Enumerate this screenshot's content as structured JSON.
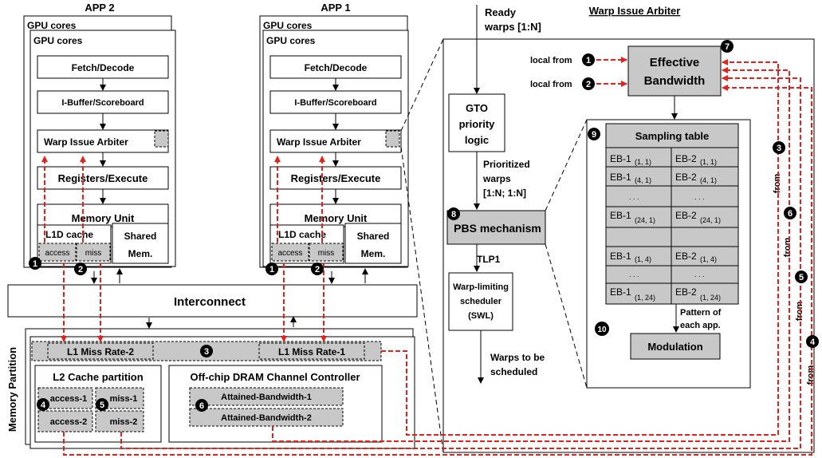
{
  "app2": {
    "title": "APP 2",
    "gpu_cores_back": "GPU cores",
    "gpu_cores": "GPU cores",
    "fetch_decode": "Fetch/Decode",
    "ibuffer": "I-Buffer/Scoreboard",
    "warp_issue": "Warp Issue Arbiter",
    "registers": "Registers/Execute",
    "memory_unit": "Memory Unit",
    "l1d": "L1D cache",
    "access": "access",
    "miss": "miss",
    "shared": "Shared",
    "mem": "Mem."
  },
  "app1": {
    "title": "APP 1",
    "gpu_cores_back": "GPU cores",
    "gpu_cores": "GPU cores",
    "fetch_decode": "Fetch/Decode",
    "ibuffer": "I-Buffer/Scoreboard",
    "warp_issue": "Warp Issue Arbiter",
    "registers": "Registers/Execute",
    "memory_unit": "Memory Unit",
    "l1d": "L1D cache",
    "access": "access",
    "miss": "miss",
    "shared": "Shared",
    "mem": "Mem."
  },
  "interconnect": "Interconnect",
  "memory_partition": {
    "label": "Memory Partition",
    "l1_miss_rate_2": "L1 Miss Rate-2",
    "l1_miss_rate_1": "L1 Miss Rate-1",
    "l2_title": "L2 Cache partition",
    "access_1": "access-1",
    "access_2": "access-2",
    "miss_1": "miss-1",
    "miss_2": "miss-2",
    "dram_title": "Off-chip DRAM Channel Controller",
    "attained_bw_1": "Attained-Bandwidth-1",
    "attained_bw_2": "Attained-Bandwidth-2"
  },
  "arbiter": {
    "title": "Warp Issue Arbiter",
    "ready_1": "Ready",
    "ready_2": "warps [1:N]",
    "gto_1": "GTO",
    "gto_2": "priority",
    "gto_3": "logic",
    "prioritized_1": "Prioritized",
    "prioritized_2": "warps",
    "prioritized_3": "[1:N; 1:N]",
    "pbs": "PBS mechanism",
    "tlp1": "TLP1",
    "swl_1": "Warp-limiting",
    "swl_2": "scheduler",
    "swl_3": "(SWL)",
    "warps_sched_1": "Warps to be",
    "warps_sched_2": "scheduled",
    "local_from_1": "local from",
    "local_from_2": "local from",
    "eb_1": "Effective",
    "eb_2": "Bandwidth",
    "sampling_title": "Sampling table",
    "ellipsis": ". . .",
    "pattern_1": "Pattern of",
    "pattern_2": "each app.",
    "modulation": "Modulation",
    "from": "from"
  },
  "sampling_rows": [
    {
      "a": "EB-1",
      "as": "(1, 1)",
      "b": "EB-2",
      "bs": "(1, 1)"
    },
    {
      "a": "EB-1",
      "as": "(4, 1)",
      "b": "EB-2",
      "bs": "(4, 1)"
    },
    {
      "a": "EB-1",
      "as": "(24, 1)",
      "b": "EB-2",
      "bs": "(24, 1)"
    },
    {
      "a": "EB-1",
      "as": "(1, 4)",
      "b": "EB-2",
      "bs": "(1, 4)"
    },
    {
      "a": "EB-1",
      "as": "(1, 24)",
      "b": "EB-2",
      "bs": "(1, 24)"
    }
  ],
  "markers": [
    "1",
    "2",
    "3",
    "4",
    "5",
    "6",
    "7",
    "8",
    "9",
    "10"
  ],
  "colors": {
    "dashed_link": "#e8201a",
    "shaded_box": "#c8c8c8",
    "marker": "#000000"
  }
}
